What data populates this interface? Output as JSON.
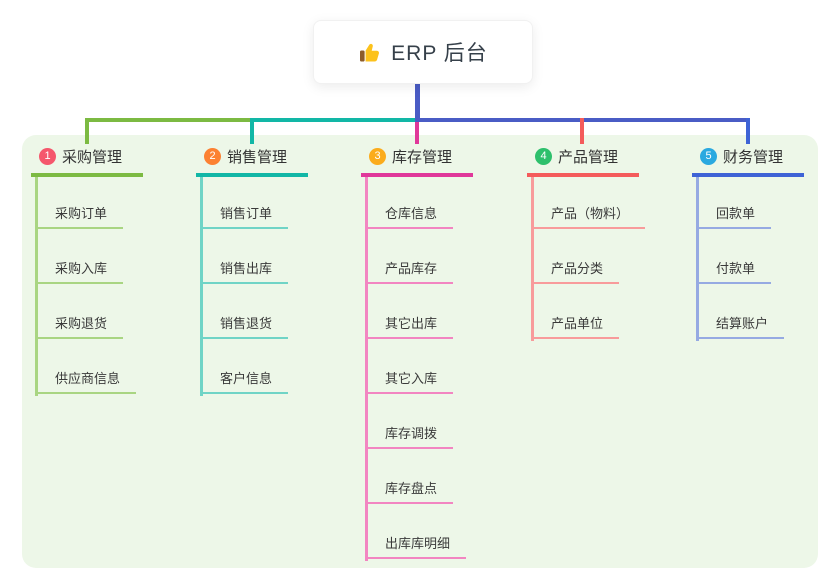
{
  "root": {
    "title": "ERP 后台",
    "icon": "thumbs-up",
    "line_color": "#4A5CC5"
  },
  "panel": {
    "bg": "#EDF7E8"
  },
  "connector": {
    "bar_green": "#7CBA42",
    "bar_teal": "#12B7A6",
    "bar_blue": "#4A5CC5"
  },
  "branches": [
    {
      "index": "1",
      "title": "采购管理",
      "badge_color": "#F5576C",
      "line_color": "#7CBA42",
      "child_line_color": "#A9D582",
      "children": [
        "采购订单",
        "采购入库",
        "采购退货",
        "供应商信息"
      ]
    },
    {
      "index": "2",
      "title": "销售管理",
      "badge_color": "#FC8132",
      "line_color": "#12B7A6",
      "child_line_color": "#70D4C6",
      "children": [
        "销售订单",
        "销售出库",
        "销售退货",
        "客户信息"
      ]
    },
    {
      "index": "3",
      "title": "库存管理",
      "badge_color": "#FBAC1C",
      "line_color": "#E0389A",
      "child_line_color": "#F285C1",
      "children": [
        "仓库信息",
        "产品库存",
        "其它出库",
        "其它入库",
        "库存调拨",
        "库存盘点",
        "出库库明细"
      ]
    },
    {
      "index": "4",
      "title": "产品管理",
      "badge_color": "#2EC06C",
      "line_color": "#F45B5B",
      "child_line_color": "#F89B9B",
      "children": [
        "产品（物料）",
        "产品分类",
        "产品单位"
      ]
    },
    {
      "index": "5",
      "title": "财务管理",
      "badge_color": "#2AA9E0",
      "line_color": "#3E63D6",
      "child_line_color": "#96AAE2",
      "children": [
        "回款单",
        "付款单",
        "结算账户"
      ]
    }
  ]
}
